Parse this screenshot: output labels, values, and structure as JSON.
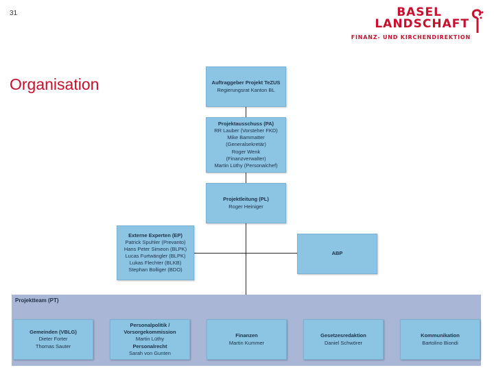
{
  "slide_number": "31",
  "logo": {
    "line1": "BASEL",
    "line2": "LANDSCHAFT",
    "line3": "FINANZ- UND KIRCHENDIREKTION",
    "brand_color": "#c8102e"
  },
  "title": "Organisation",
  "colors": {
    "box": "#8cc4e4",
    "band": "#a9b6d6",
    "connector": "#2a2a2a"
  },
  "boxes": {
    "auftraggeber": {
      "heading": "Auftraggeber Projekt TeZUS",
      "lines": [
        "Regierungsrat Kanton BL"
      ]
    },
    "ausschuss": {
      "heading": "Projektausschuss (PA)",
      "lines": [
        "RR Lauber (Vorsteher FKD)",
        "Mike Bammatter",
        "(Generalsekretär)",
        "Roger Wenk",
        "(Finanzverwalter)",
        "Martin Lüthy (Personalchef)"
      ]
    },
    "leitung": {
      "heading": "Projektleitung (PL)",
      "lines": [
        "Roger Heiniger"
      ]
    },
    "experten": {
      "heading": "Externe Experten (EP)",
      "lines": [
        "Patrick Spuhler (Prevanto)",
        "Hans Peter Simeon (BLPK)",
        "Lucas Furtwängler (BLPK)",
        "Lukas Flechter (BLKB)",
        "Stephan Bolliger (BDO)"
      ]
    },
    "abp": {
      "heading": "ABP",
      "lines": []
    },
    "gemeinden": {
      "heading": "Gemeinden (VBLG)",
      "lines": [
        "Dieter Forter",
        "Thomas Sauter"
      ]
    },
    "personalpolitik": {
      "heading": "Personalpolitik / Vorsorgekommission",
      "lines": [
        "Martin Lüthy",
        "Personalrecht",
        "Sarah von Gunten"
      ]
    },
    "finanzen": {
      "heading": "Finanzen",
      "lines": [
        "Martin Kummer"
      ]
    },
    "gesetzesredaktion": {
      "heading": "Gesetzesredaktion",
      "lines": [
        "Daniel Schwörer"
      ]
    },
    "kommunikation": {
      "heading": "Kommunikation",
      "lines": [
        "Bartolino Biondi"
      ]
    }
  },
  "band_label": "Projektteam (PT)"
}
